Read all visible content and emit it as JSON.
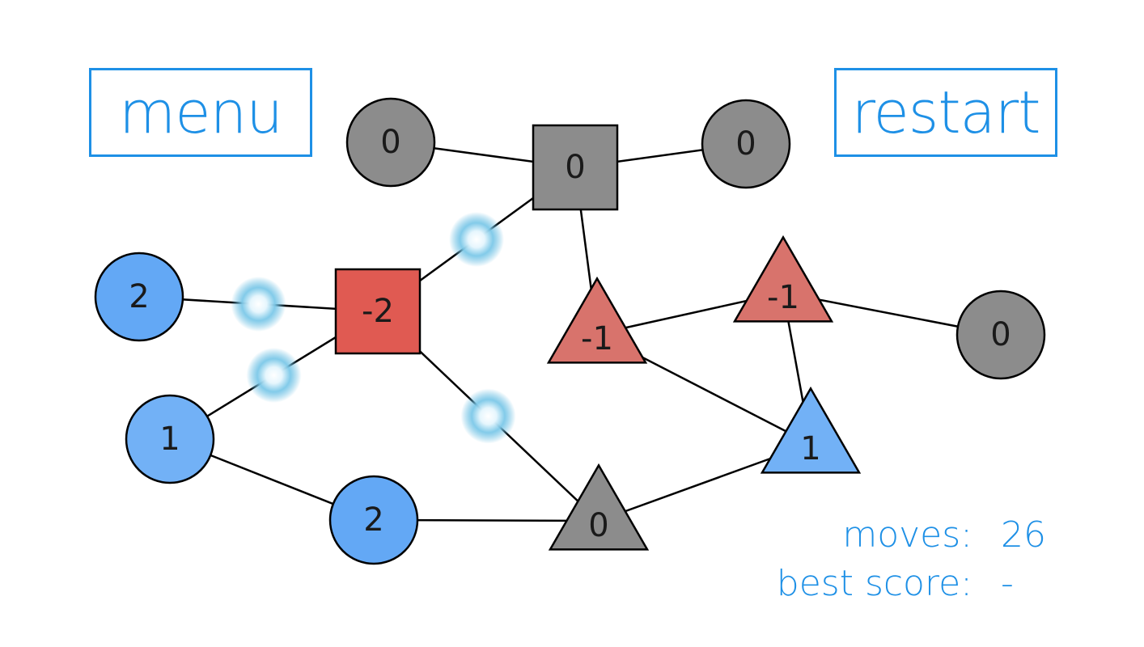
{
  "buttons": {
    "menu_label": "menu",
    "restart_label": "restart"
  },
  "stats": {
    "moves_label": "moves:",
    "moves_value": "26",
    "best_label": "best score:",
    "best_value": "-"
  },
  "colors": {
    "accent": "#1e90e6",
    "neutral_node": "#8c8c8c",
    "blue_node": "#63a8f5",
    "blue_node_light": "#72b1f6",
    "red_node": "#e05a52",
    "red_triangle": "#d8736c",
    "edge": "#000000",
    "glow": "#5fb9e0"
  },
  "graph": {
    "nodes": [
      {
        "id": "n1",
        "shape": "circle",
        "label": "0",
        "color": "neutral_node"
      },
      {
        "id": "n2",
        "shape": "square",
        "label": "0",
        "color": "neutral_node"
      },
      {
        "id": "n3",
        "shape": "circle",
        "label": "0",
        "color": "neutral_node"
      },
      {
        "id": "n4",
        "shape": "circle",
        "label": "2",
        "color": "blue_node"
      },
      {
        "id": "n5",
        "shape": "square",
        "label": "-2",
        "color": "red_node"
      },
      {
        "id": "n6",
        "shape": "triangle",
        "label": "-1",
        "color": "red_triangle"
      },
      {
        "id": "n7",
        "shape": "triangle",
        "label": "-1",
        "color": "red_triangle"
      },
      {
        "id": "n8",
        "shape": "circle",
        "label": "0",
        "color": "neutral_node"
      },
      {
        "id": "n9",
        "shape": "circle",
        "label": "1",
        "color": "blue_node_light"
      },
      {
        "id": "n10",
        "shape": "triangle",
        "label": "1",
        "color": "blue_node_light"
      },
      {
        "id": "n11",
        "shape": "circle",
        "label": "2",
        "color": "blue_node"
      },
      {
        "id": "n12",
        "shape": "triangle",
        "label": "0",
        "color": "neutral_node"
      }
    ],
    "edges": [
      [
        "n1",
        "n2"
      ],
      [
        "n2",
        "n3"
      ],
      [
        "n2",
        "n5"
      ],
      [
        "n2",
        "n6"
      ],
      [
        "n4",
        "n5"
      ],
      [
        "n5",
        "n9"
      ],
      [
        "n5",
        "n12"
      ],
      [
        "n6",
        "n7"
      ],
      [
        "n6",
        "n10"
      ],
      [
        "n7",
        "n8"
      ],
      [
        "n7",
        "n10"
      ],
      [
        "n9",
        "n11"
      ],
      [
        "n11",
        "n12"
      ],
      [
        "n12",
        "n10"
      ]
    ],
    "glowing_edges": [
      [
        "n2",
        "n5"
      ],
      [
        "n4",
        "n5"
      ],
      [
        "n5",
        "n9"
      ],
      [
        "n5",
        "n12"
      ]
    ]
  }
}
